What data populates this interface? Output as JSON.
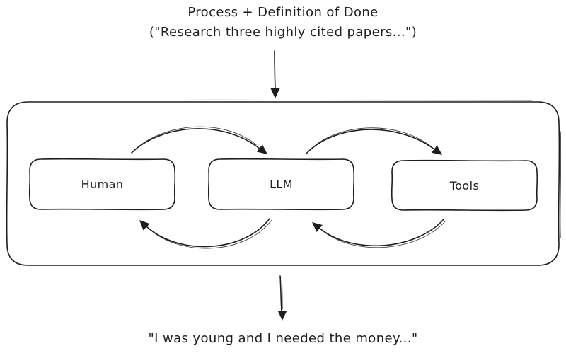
{
  "diagram": {
    "background_color": "#ffffff",
    "stroke_color": "#1e1e1e",
    "input_label": {
      "line1": "Process + Definition of Done",
      "line2": "(\"Research three highly cited papers...\")"
    },
    "nodes": {
      "human": {
        "label": "Human"
      },
      "llm": {
        "label": "LLM"
      },
      "tools": {
        "label": "Tools"
      }
    },
    "output_label": "\"I was young and I needed the money...\""
  }
}
